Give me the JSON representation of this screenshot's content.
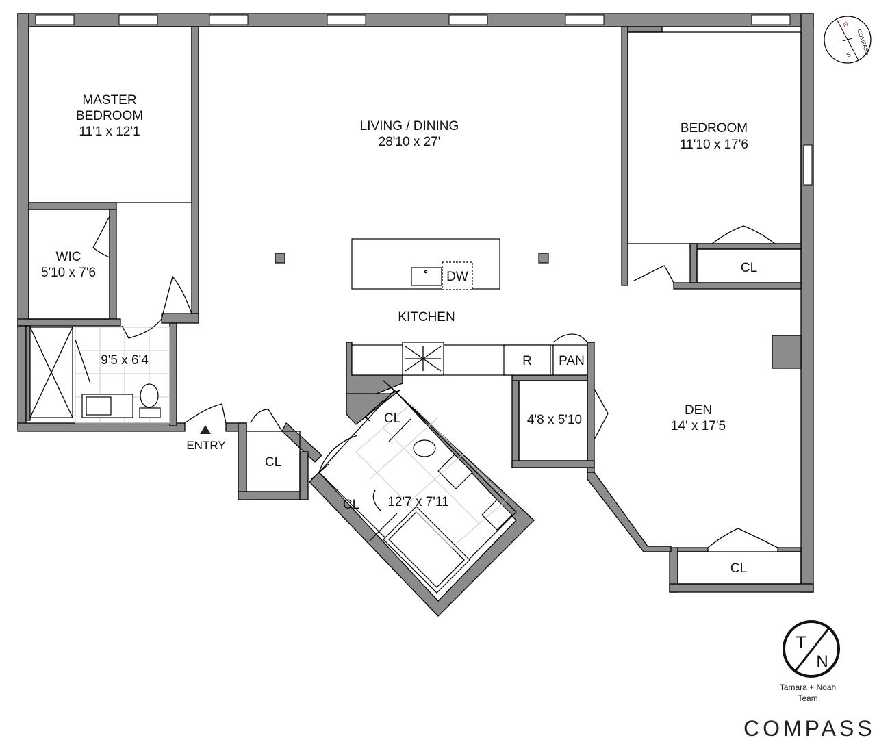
{
  "rooms": {
    "master_bedroom": {
      "name_line1": "MASTER",
      "name_line2": "BEDROOM",
      "size": "11'1 x 12'1"
    },
    "living_dining": {
      "name": "LIVING / DINING",
      "size": "28'10 x 27'"
    },
    "bedroom": {
      "name": "BEDROOM",
      "size": "11'10 x 17'6"
    },
    "wic": {
      "name": "WIC",
      "size": "5'10 x 7'6"
    },
    "kitchen": {
      "name": "KITCHEN"
    },
    "bath1": {
      "size": "9'5 x 6'4"
    },
    "bath2": {
      "size": "12'7 x 7'11"
    },
    "den": {
      "name": "DEN",
      "size": "14' x 17'5"
    },
    "closet_small": {
      "size": "4'8 x 5'10"
    },
    "entry": {
      "name": "ENTRY"
    }
  },
  "closets": {
    "bedroom_cl": "CL",
    "den_cl": "CL",
    "entry_cl": "CL",
    "hall_cl": "CL",
    "bath_cl": "CL"
  },
  "fixtures": {
    "dishwasher": "DW",
    "refrigerator": "R",
    "pantry": "PAN"
  },
  "compass": {
    "text": "COMPASS",
    "north": "N",
    "south": "S"
  },
  "branding": {
    "logo_top": "T",
    "logo_bottom": "N",
    "team_line1": "Tamara + Noah",
    "team_line2": "Team",
    "brand": "COMPASS"
  }
}
